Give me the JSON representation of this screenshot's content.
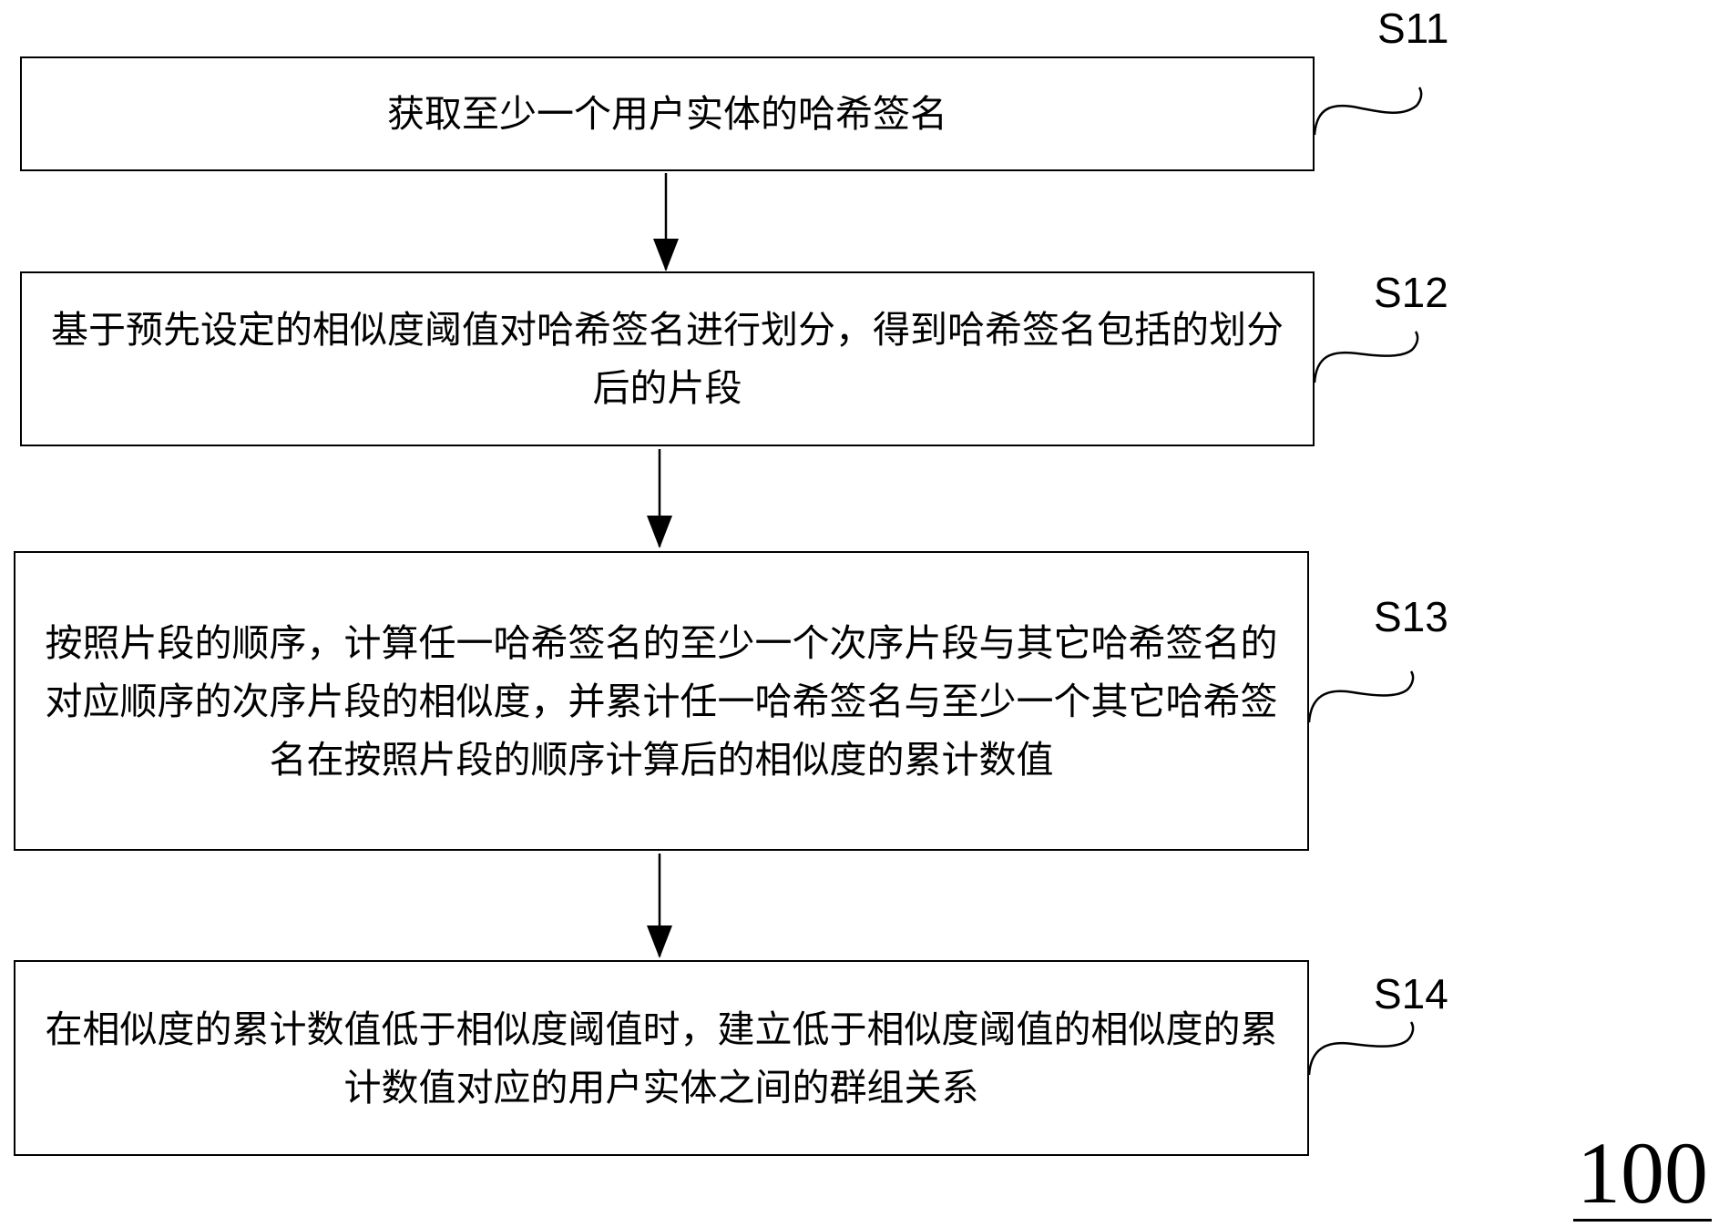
{
  "steps": [
    {
      "id": "S11",
      "label": "S11",
      "text": "获取至少一个用户实体的哈希签名"
    },
    {
      "id": "S12",
      "label": "S12",
      "text": "基于预先设定的相似度阈值对哈希签名进行划分，得到哈希签名包括的划分后的片段"
    },
    {
      "id": "S13",
      "label": "S13",
      "text": "按照片段的顺序，计算任一哈希签名的至少一个次序片段与其它哈希签名的对应顺序的次序片段的相似度，并累计任一哈希签名与至少一个其它哈希签名在按照片段的顺序计算后的相似度的累计数值"
    },
    {
      "id": "S14",
      "label": "S14",
      "text": "在相似度的累计数值低于相似度阈值时，建立低于相似度阈值的相似度的累计数值对应的用户实体之间的群组关系"
    }
  ],
  "figure_number": "100",
  "colors": {
    "line": "#000000",
    "background": "#ffffff"
  }
}
